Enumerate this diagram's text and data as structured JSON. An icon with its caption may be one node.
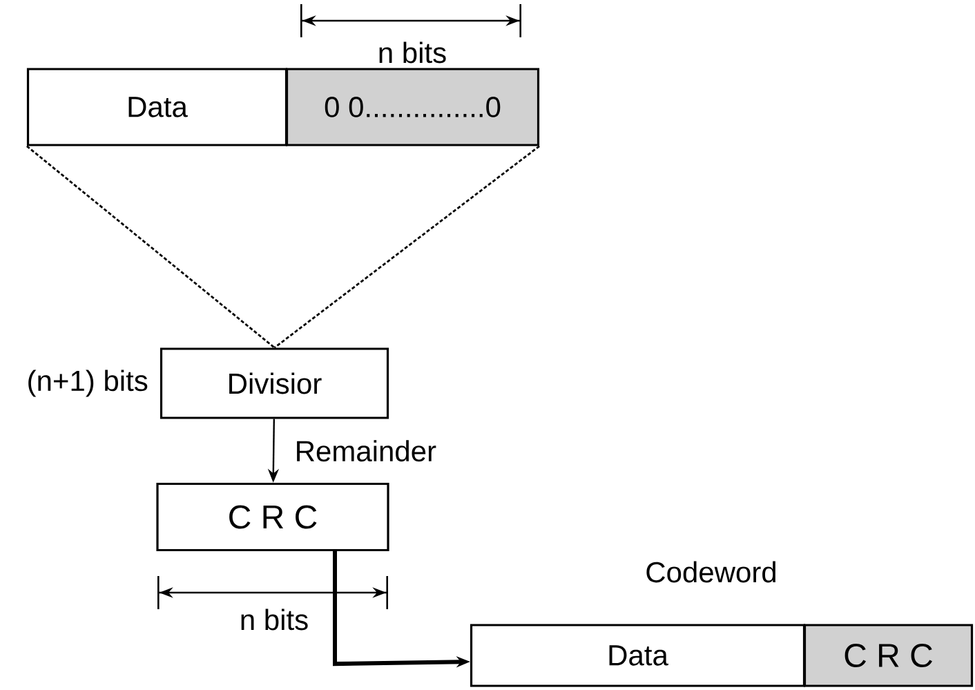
{
  "diagram": {
    "nodes": [
      {
        "text": [
          "Data"
        ]
      },
      {
        "text": [
          "0 0...............0"
        ]
      },
      {
        "text": [
          "Divisior"
        ],
        "beside": [
          "(n+1) bits"
        ]
      },
      {
        "text": [
          "C R C"
        ]
      },
      {
        "text": [
          "Data"
        ]
      },
      {
        "text": [
          "C R C"
        ]
      }
    ],
    "edges": [
      {
        "from": 0,
        "to": 2,
        "arrow": "none",
        "style": "dashed"
      },
      {
        "from": 1,
        "to": 2,
        "arrow": "none",
        "style": "dashed"
      },
      {
        "from": 2,
        "to": 3,
        "arrow": "to",
        "label": "Remainder"
      },
      {
        "from": 3,
        "to": 4,
        "arrow": "to",
        "style": "thick"
      }
    ],
    "labels": [
      "n bits",
      "n bits",
      "Codeword"
    ]
  }
}
